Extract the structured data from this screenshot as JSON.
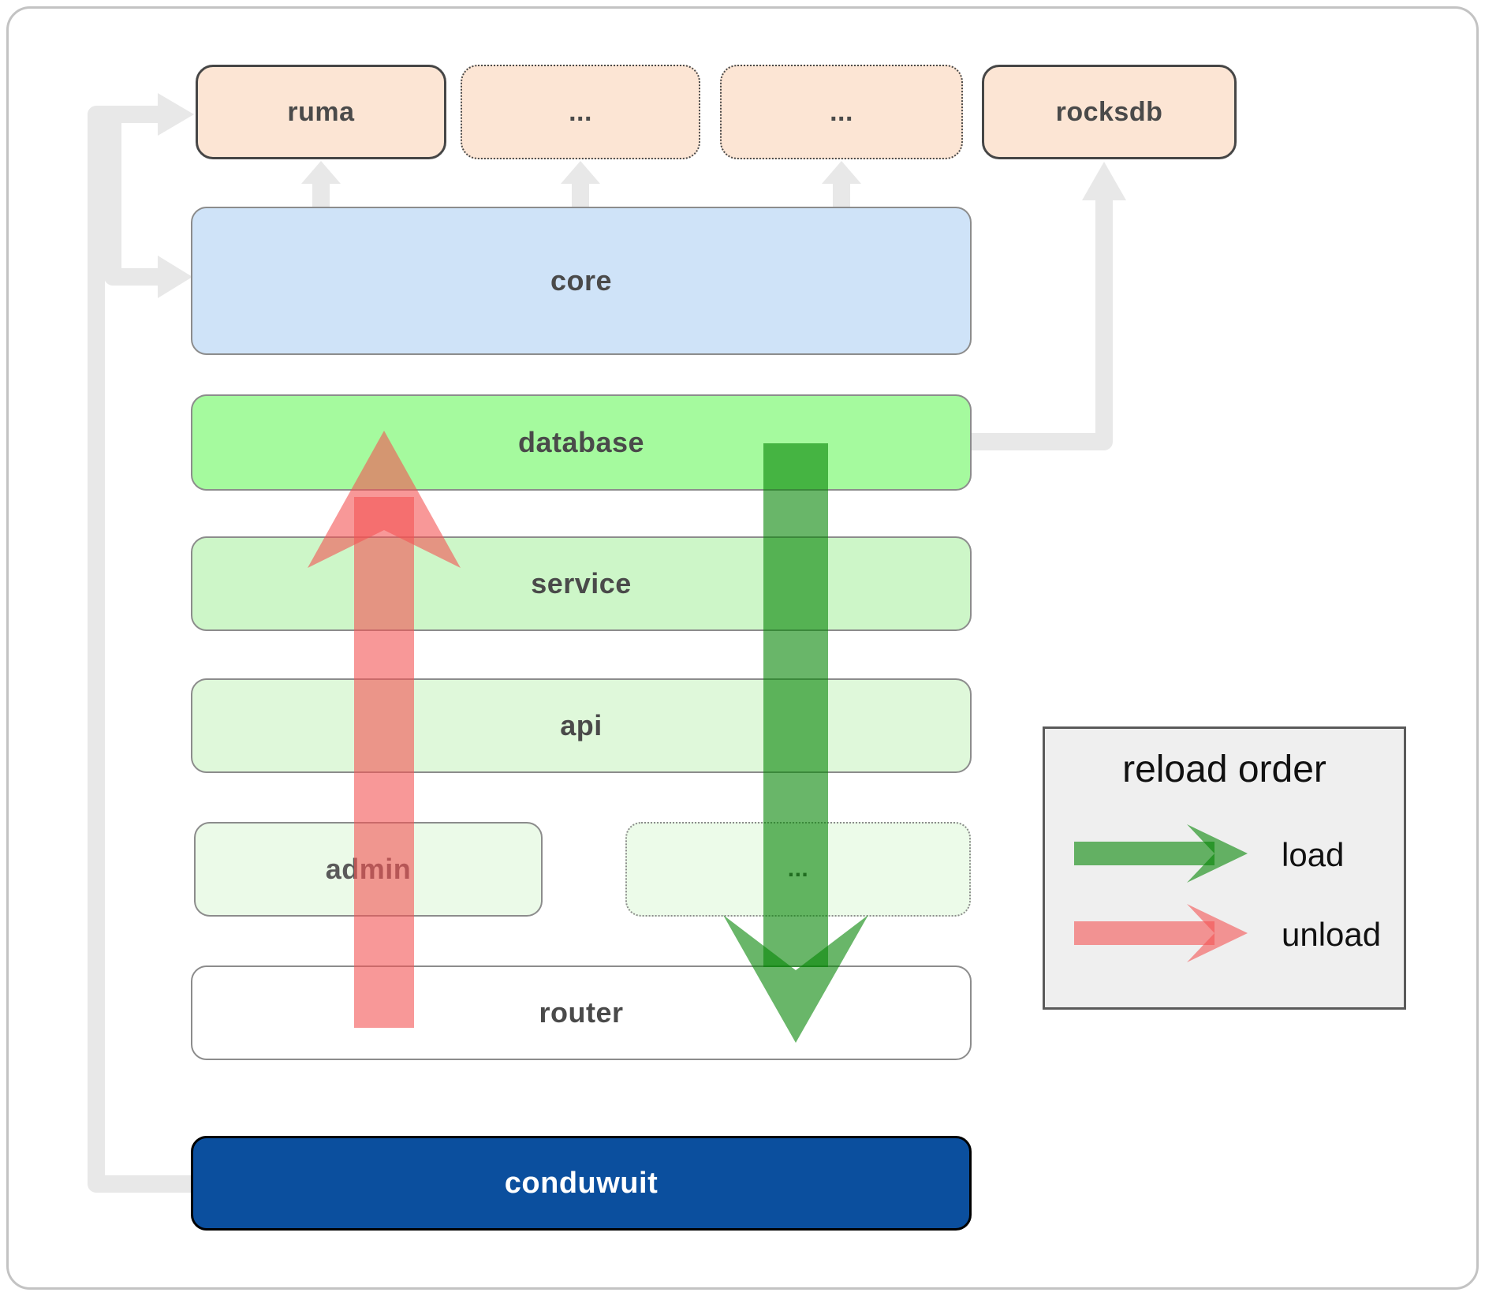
{
  "diagram": {
    "top_row": [
      {
        "id": "ruma",
        "label": "ruma",
        "border": "solid"
      },
      {
        "id": "dots1",
        "label": "...",
        "border": "dotted"
      },
      {
        "id": "dots2",
        "label": "...",
        "border": "dotted"
      },
      {
        "id": "rocksdb",
        "label": "rocksdb",
        "border": "solid"
      }
    ],
    "rows": {
      "core": {
        "label": "core"
      },
      "database": {
        "label": "database"
      },
      "service": {
        "label": "service"
      },
      "api": {
        "label": "api"
      },
      "admin": {
        "label": "admin"
      },
      "admin_dots": {
        "label": "..."
      },
      "router": {
        "label": "router"
      },
      "conduwuit": {
        "label": "conduwuit"
      }
    },
    "flow_arrows": [
      {
        "name": "load-arrow",
        "direction": "down",
        "meaning": "load"
      },
      {
        "name": "unload-arrow",
        "direction": "up",
        "meaning": "unload"
      }
    ]
  },
  "legend": {
    "title": "reload order",
    "items": [
      {
        "label": "load",
        "color": "#058505"
      },
      {
        "label": "unload",
        "color": "#f45454"
      }
    ]
  },
  "colors": {
    "peach_box": "#fce5d4",
    "core_blue": "#cfe3f8",
    "database_green": "#a5fa9e",
    "service_green": "#cdf6c8",
    "api_green": "#dff8da",
    "admin_green": "#ebfae8",
    "conduwuit_blue": "#0b4f9e",
    "arrow_load_green": "#058505",
    "arrow_unload_red": "#f45454",
    "connector_gray": "#e8e8e8",
    "legend_bg": "#efefef"
  }
}
